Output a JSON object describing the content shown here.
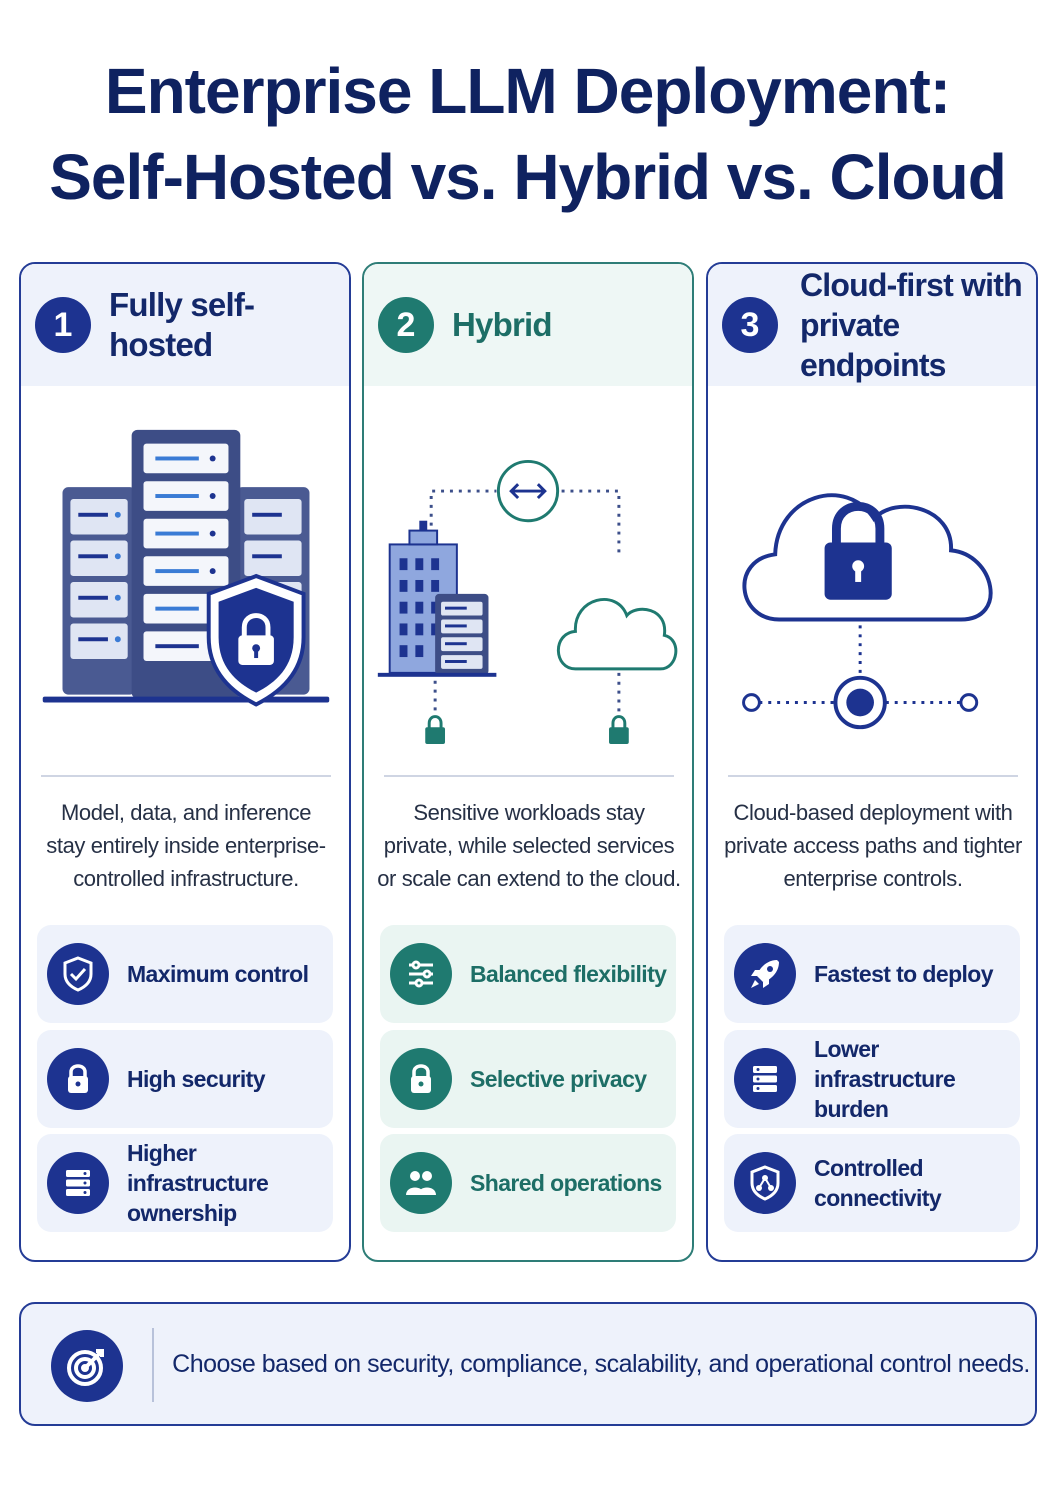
{
  "title": {
    "line1": "Enterprise LLM Deployment:",
    "line2": "Self-Hosted vs. Hybrid vs. Cloud"
  },
  "colors": {
    "navy": "#1d3390",
    "teal": "#1f7a70",
    "panel_blue": "#eef2fb",
    "panel_teal": "#eaf5f2"
  },
  "cards": [
    {
      "number": "1",
      "heading_line1": "Fully self-hosted",
      "heading_line2": "",
      "illustration": "server-rack-with-shield-lock",
      "description_lines": [
        "Model, data, and inference",
        "stay entirely inside enterprise-",
        "controlled infrastructure."
      ],
      "features": [
        {
          "icon": "shield-check-icon",
          "label_line1": "Maximum control",
          "label_line2": ""
        },
        {
          "icon": "lock-icon",
          "label_line1": "High security",
          "label_line2": ""
        },
        {
          "icon": "server-icon",
          "label_line1": "Higher infrastructure",
          "label_line2": "ownership"
        }
      ]
    },
    {
      "number": "2",
      "heading_line1": "Hybrid",
      "heading_line2": "",
      "illustration": "building-and-cloud-linked",
      "description_lines": [
        "Sensitive workloads stay",
        "private, while selected services",
        "or scale can extend to the cloud."
      ],
      "features": [
        {
          "icon": "sliders-icon",
          "label_line1": "Balanced flexibility",
          "label_line2": ""
        },
        {
          "icon": "lock-icon",
          "label_line1": "Selective privacy",
          "label_line2": ""
        },
        {
          "icon": "users-icon",
          "label_line1": "Shared operations",
          "label_line2": ""
        }
      ]
    },
    {
      "number": "3",
      "heading_line1": "Cloud-first with",
      "heading_line2": "private endpoints",
      "illustration": "cloud-lock-private-endpoint",
      "description_lines": [
        "Cloud-based deployment with",
        "private access paths and tighter",
        "enterprise controls."
      ],
      "features": [
        {
          "icon": "rocket-icon",
          "label_line1": "Fastest to deploy",
          "label_line2": ""
        },
        {
          "icon": "server-icon",
          "label_line1": "Lower infrastructure",
          "label_line2": "burden"
        },
        {
          "icon": "shield-network-icon",
          "label_line1": "Controlled connectivity",
          "label_line2": ""
        }
      ]
    }
  ],
  "footer": {
    "icon": "target-icon",
    "text": "Choose based on security, compliance, scalability, and operational control needs."
  }
}
